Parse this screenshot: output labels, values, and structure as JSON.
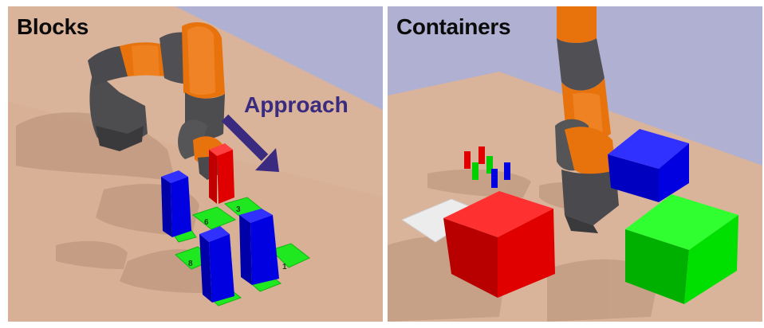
{
  "panels": {
    "blocks": {
      "title": "Blocks",
      "annotation": "Approach",
      "pad_labels": [
        "6",
        "3",
        "8",
        "1"
      ]
    },
    "containers": {
      "title": "Containers"
    }
  },
  "colors": {
    "sky": "#b0b0d2",
    "floor": "#d9b39a",
    "robot_orange": "#e8720c",
    "robot_gray": "#555558",
    "red": "#e00000",
    "green": "#00e000",
    "blue": "#0000e0",
    "annotation": "#3a2a80",
    "tray": "#ececec"
  }
}
